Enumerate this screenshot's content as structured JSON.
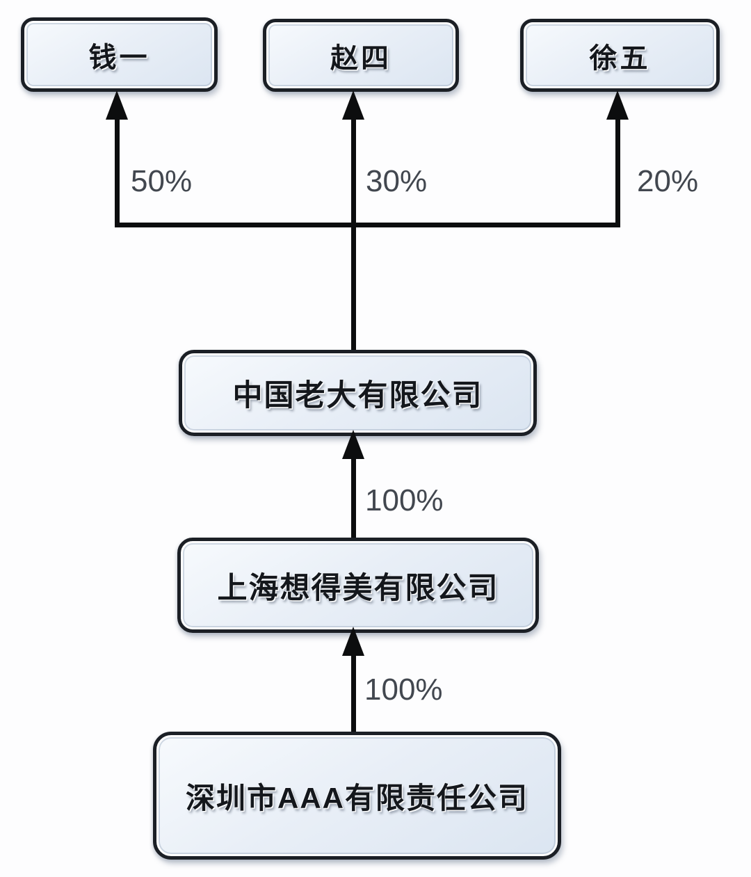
{
  "diagram": {
    "type": "ownership-structure-chart",
    "nodes": [
      {
        "label": "钱一"
      },
      {
        "label": "赵四"
      },
      {
        "label": "徐五"
      },
      {
        "label": "中国老大有限公司"
      },
      {
        "label": "上海想得美有限公司"
      },
      {
        "label": "深圳市AAA有限责任公司"
      }
    ],
    "edges": [
      {
        "from": "中国老大有限公司",
        "to": "钱一",
        "label": "50%"
      },
      {
        "from": "中国老大有限公司",
        "to": "赵四",
        "label": "30%"
      },
      {
        "from": "中国老大有限公司",
        "to": "徐五",
        "label": "20%"
      },
      {
        "from": "上海想得美有限公司",
        "to": "中国老大有限公司",
        "label": "100%"
      },
      {
        "from": "深圳市AAA有限责任公司",
        "to": "上海想得美有限公司",
        "label": "100%"
      }
    ],
    "colors": {
      "background": "#fdfdfe",
      "node_fill": "#e9eff7",
      "node_border": "#1b1f25",
      "line": "#0c0d0e",
      "edge_label": "#42474f"
    }
  }
}
